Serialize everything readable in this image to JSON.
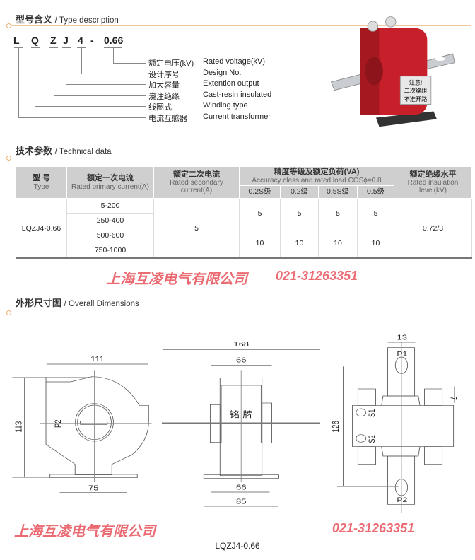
{
  "type_description": {
    "title_cn": "型号含义",
    "title_en": "/ Type description",
    "code": [
      "L",
      "Q",
      "Z",
      "J",
      "4",
      "-",
      "0.66"
    ],
    "meanings": [
      {
        "cn": "额定电压(kV)",
        "en": "Rated voltage(kV)"
      },
      {
        "cn": "设计序号",
        "en": "Design No."
      },
      {
        "cn": "加大容量",
        "en": "Extention output"
      },
      {
        "cn": "浇注绝缘",
        "en": "Cast-resin insulated"
      },
      {
        "cn": "线圈式",
        "en": "Winding type"
      },
      {
        "cn": "电流互感器",
        "en": "Current transformer"
      }
    ],
    "photo_label": [
      "注意!",
      "二次绕组",
      "不准开路"
    ],
    "photo_color": "#c8202a"
  },
  "technical_data": {
    "title_cn": "技术参数",
    "title_en": "/ Technical data",
    "headers": {
      "type": {
        "cn": "型 号",
        "en": "Type"
      },
      "primary": {
        "cn": "额定一次电流",
        "en": "Rated primary current(A)"
      },
      "secondary": {
        "cn": "额定二次电流",
        "en": "Rated secondary current(A)"
      },
      "accuracy": {
        "cn": "精度等级及额定负荷(VA)",
        "en": "Accuracy class and rated load COSϕ=0.8"
      },
      "classes": [
        "0.2S级",
        "0.2级",
        "0.5S级",
        "0.5级"
      ],
      "insulation": {
        "cn": "额定绝缘水平",
        "en": "Rated insulation level(kV)"
      }
    },
    "type": "LQZJ4-0.66",
    "primary_currents": [
      "5-200",
      "250-400",
      "500-600",
      "750-1000"
    ],
    "secondary_current": "5",
    "loads": [
      [
        "5",
        "5",
        "5",
        "5"
      ],
      [
        "10",
        "10",
        "10",
        "10"
      ]
    ],
    "insulation": "0.72/3"
  },
  "dimensions": {
    "title_cn": "外形尺寸图",
    "title_en": "/ Overall Dimensions",
    "left": {
      "width": "111",
      "height": "113",
      "base": "75",
      "terminal": "P2"
    },
    "middle": {
      "total": "168",
      "top": "66",
      "base_inner": "66",
      "base": "85",
      "nameplate": "铭 牌"
    },
    "right": {
      "slot": "13",
      "height": "126",
      "hole": "7",
      "p1": "P1",
      "p2": "P2",
      "s1": "S1",
      "s2": "S2"
    },
    "caption": "LQZJ4-0.66"
  },
  "watermark": {
    "company": "上海互凌电气有限公司",
    "phone": "021-31263351"
  }
}
